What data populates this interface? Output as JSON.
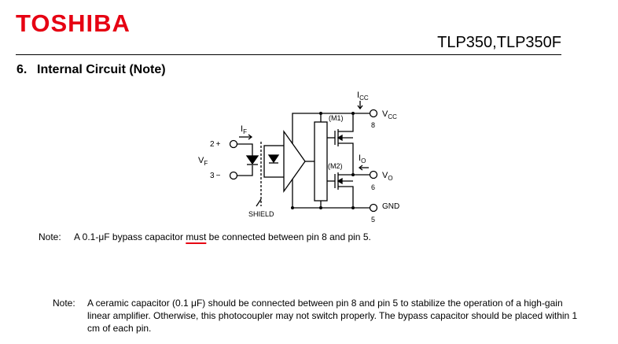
{
  "header": {
    "logo_text": "TOSHIBA",
    "part_number": "TLP350,TLP350F"
  },
  "section": {
    "number": "6.",
    "title": "Internal Circuit (Note)"
  },
  "circuit": {
    "pins": {
      "anode": "2",
      "cathode": "3",
      "vcc": "8",
      "vo": "6",
      "gnd": "5"
    },
    "labels": {
      "vcc": "V",
      "vcc_sub": "CC",
      "icc": "I",
      "icc_sub": "CC",
      "vo": "V",
      "vo_sub": "O",
      "io": "I",
      "io_sub": "O",
      "gnd": "GND",
      "vf": "V",
      "vf_sub": "F",
      "if": "I",
      "if_sub": "F",
      "m1": "(M1)",
      "m2": "(M2)",
      "shield": "SHIELD",
      "plus": "+",
      "minus": "−"
    }
  },
  "notes": {
    "note1_label": "Note:",
    "note1_pre": "A 0.1-μF bypass capacitor ",
    "note1_em": "must",
    "note1_post": " be connected between pin 8 and pin 5.",
    "note2_label": "Note:",
    "note2_text": "A ceramic capacitor (0.1 μF) should be connected between pin 8 and pin 5 to stabilize the operation of a high-gain linear amplifier. Otherwise, this photocoupler may not switch properly. The bypass capacitor should be placed within 1 cm of each pin."
  },
  "colors": {
    "logo": "#e60012",
    "underline": "#e60012"
  }
}
